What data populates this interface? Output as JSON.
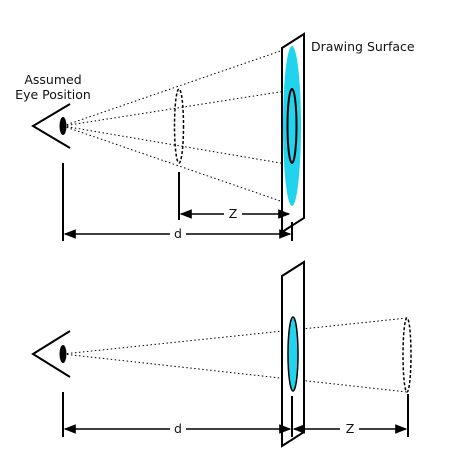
{
  "labels": {
    "drawing_surface": "Drawing Surface",
    "eye_line1": "Assumed",
    "eye_line2": "Eye Position",
    "top_z": "Z",
    "top_d": "d",
    "bottom_d": "d",
    "bottom_z": "Z"
  },
  "colors": {
    "ink": "#000000",
    "cyan_projection": "#22d3ee"
  }
}
